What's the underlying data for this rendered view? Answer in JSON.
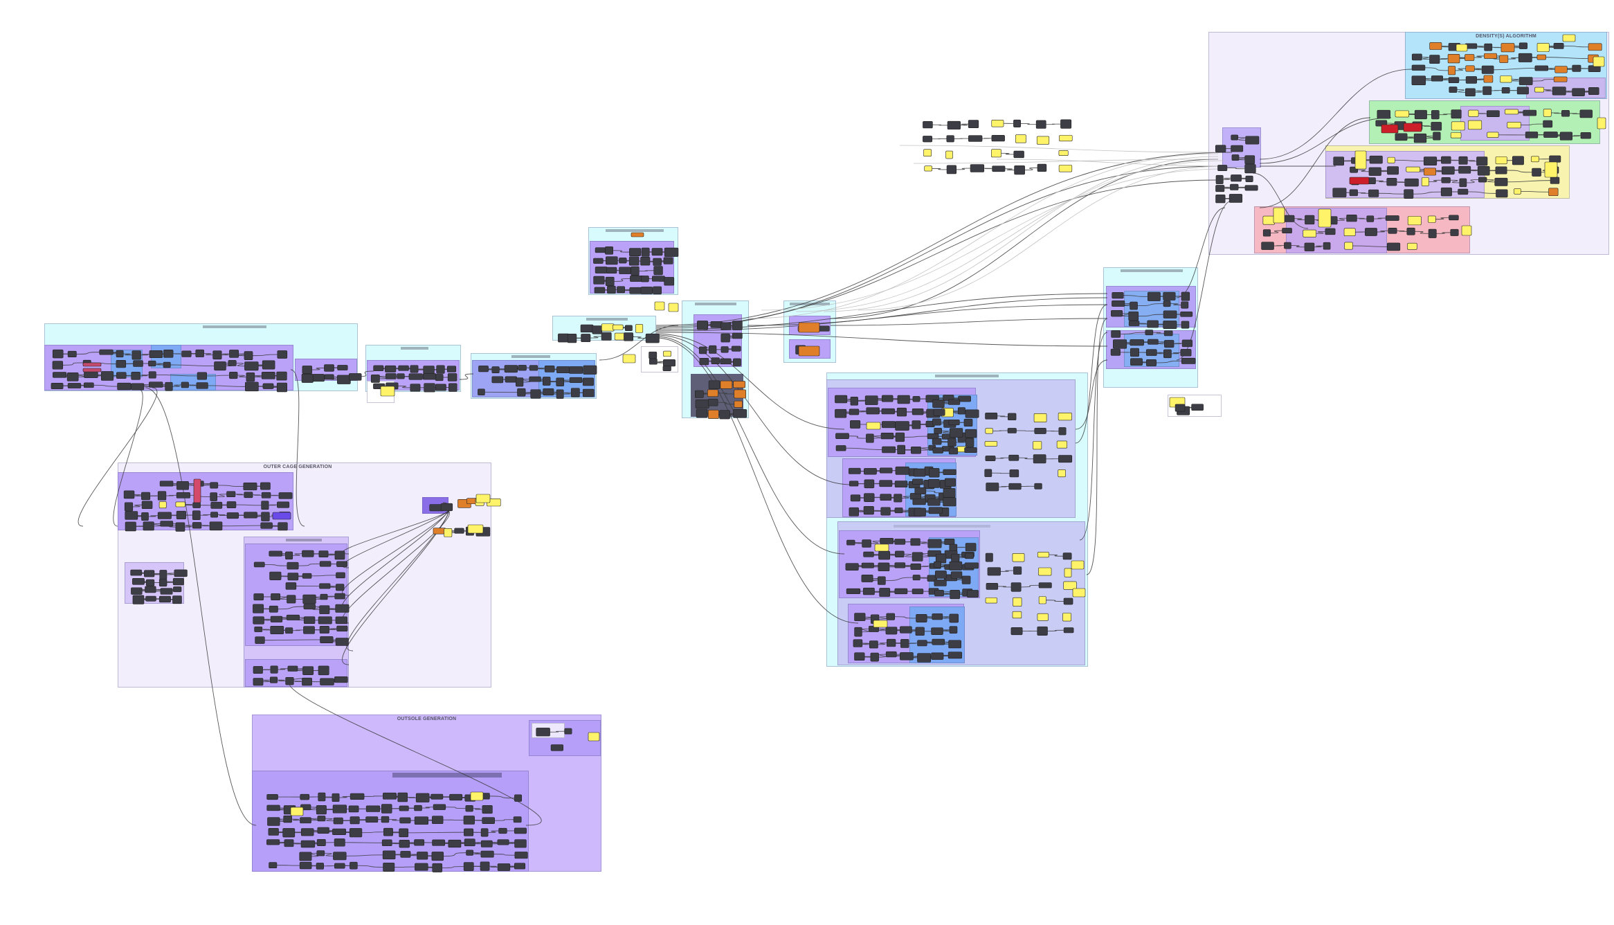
{
  "canvas": {
    "app": "grasshopper-definition-canvas",
    "background": "#ffffff"
  },
  "groups": {
    "density_algorithm": {
      "title": "DENSITY(S) ALGORITHM"
    },
    "outer_cage_generation": {
      "title": "OUTER CAGE GENERATION"
    },
    "outsole_generation": {
      "title": "OUTSOLE GENERATION"
    }
  },
  "colors": {
    "group_cyan": "#d8fbfd",
    "group_lavender": "#f3eefc",
    "group_purple": "#b9a2f7",
    "group_purple_light": "#cdb9fb",
    "group_periwinkle": "#c9cdf6",
    "group_blue": "#7eaaf5",
    "group_green": "#b3f0b5",
    "group_yellow": "#f8f4b0",
    "group_pink": "#f6b9c3",
    "group_skyblue": "#b3e4fa",
    "node_dark": "#3d3d45",
    "node_yellow": "#fff36a",
    "node_orange": "#e07f2a",
    "node_red": "#cc1f2a",
    "wire": "#3a3a3a",
    "wire_faint": "#bdbdbd"
  }
}
